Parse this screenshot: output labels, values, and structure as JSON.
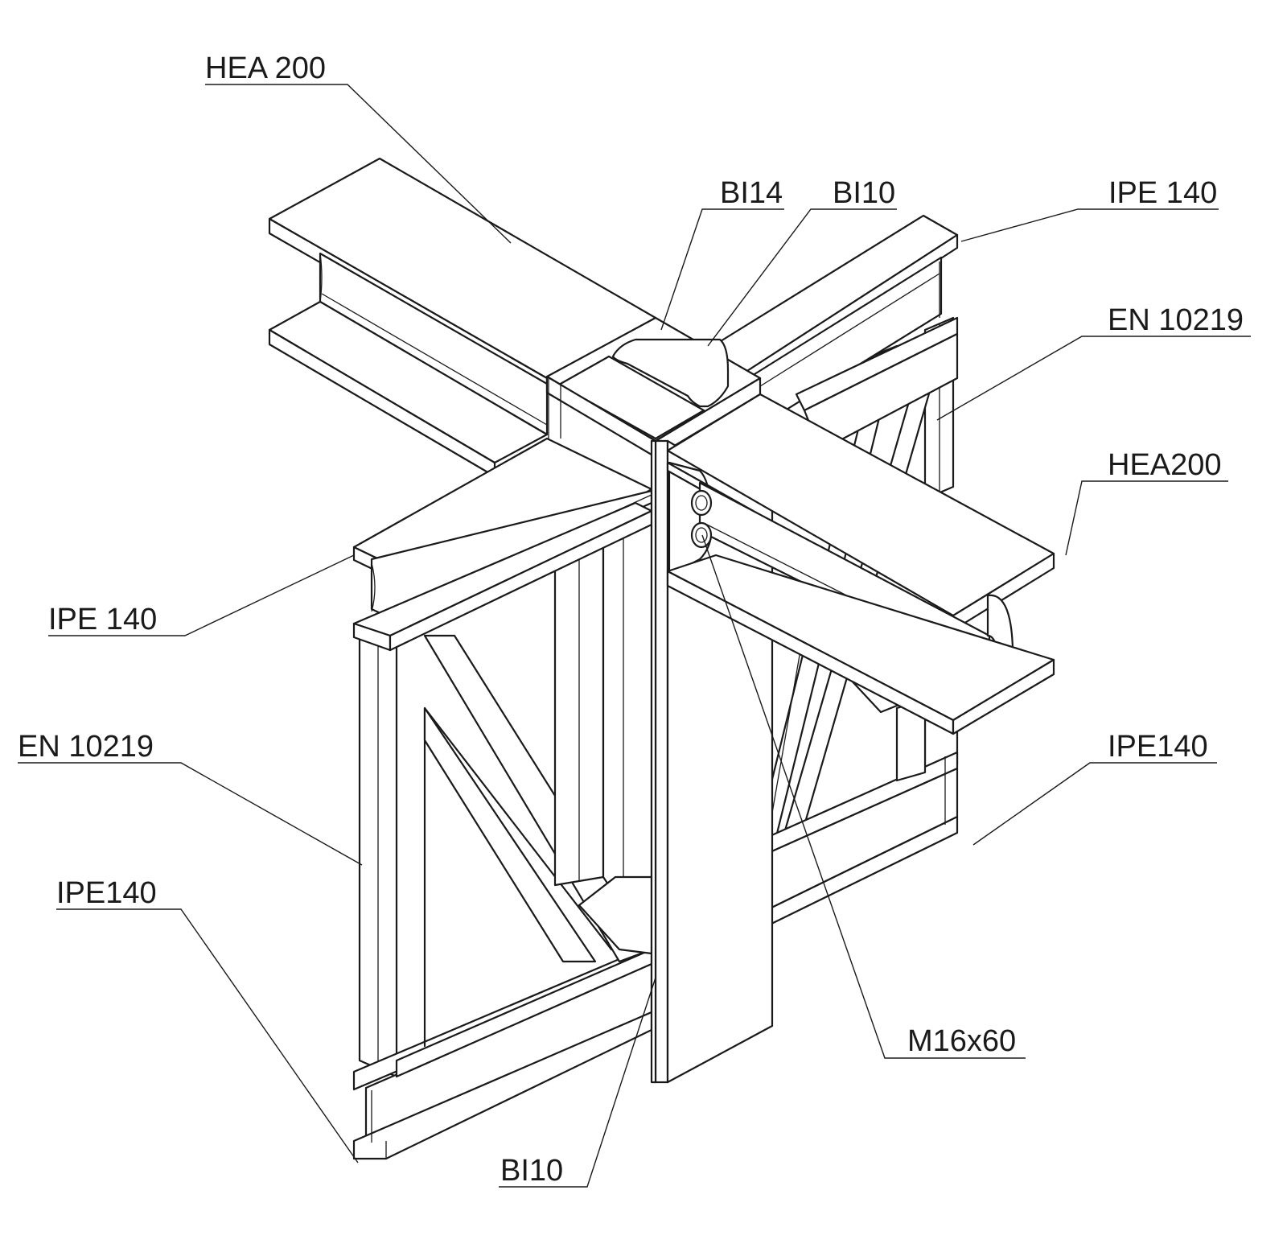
{
  "labels": {
    "hea200_top": "HEA 200",
    "bi14": "BI14",
    "bi10_top": "BI10",
    "ipe140_top_right": "IPE 140",
    "en10219_right": "EN 10219",
    "hea200_right": "HEA200",
    "ipe140_left": "IPE 140",
    "en10219_left": "EN 10219",
    "ipe140_right": "IPE140",
    "ipe140_bottom_left": "IPE140",
    "m16x60": "M16x60",
    "bi10_bottom": "BI10"
  }
}
